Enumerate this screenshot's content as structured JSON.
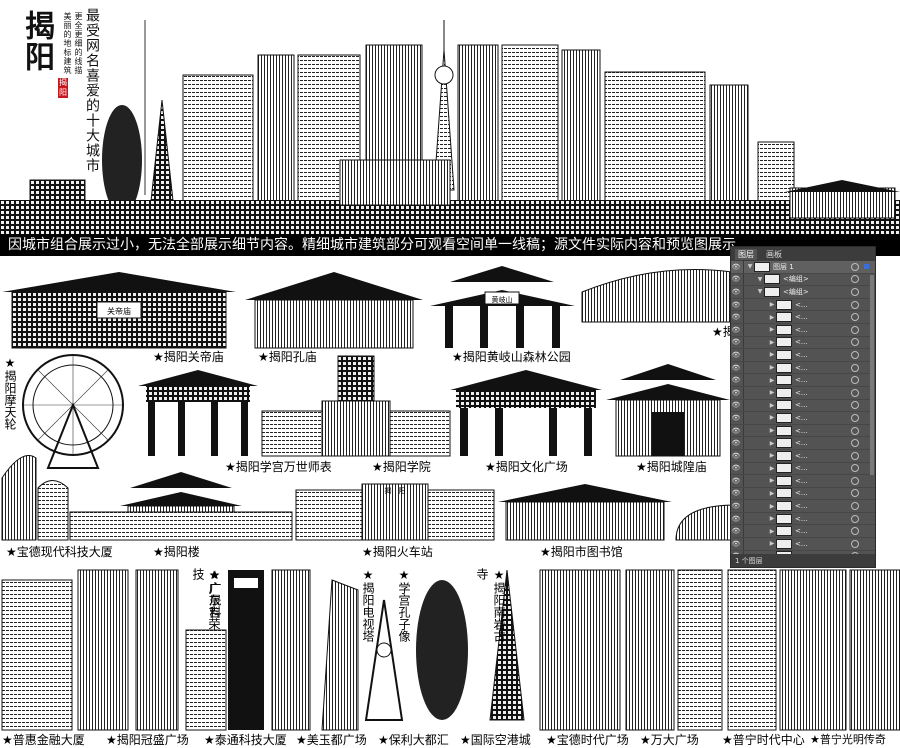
{
  "header": {
    "city": "揭阳",
    "tagline_small": "更全更细的线描美丽的地标建筑",
    "tagline_main": "最受网名喜爱的十大城市",
    "seal_text": "揭阳"
  },
  "banner_text": "因城市组合展示过小，无法全部展示细节内容。精细城市建筑部分可观看空间单一线稿；源文件实际内容和预览图展示",
  "landmarks": {
    "guandi": "★揭阳关帝庙",
    "kongmiao": "★揭阳孔庙",
    "huangqi": "★揭阳黄岐山森林公园",
    "partial_top": "★揭",
    "ferris": "★揭阳摩天轮",
    "paifang": "★揭阳学宫万世师表",
    "college": "★揭阳学院",
    "culture": "★揭阳文化广场",
    "chenghuang": "★揭阳城隍庙",
    "baode_tech": "★宝德现代科技大厦",
    "jieyang_lou": "★揭阳楼",
    "station": "★揭阳火车站",
    "library": "★揭阳市图书馆",
    "station_sign": "揭　阳",
    "guangsheng": "★广晟科技",
    "guangdong_jirong": "★广东吉荣",
    "tv_tower": "★揭阳电视塔",
    "confucius": "★学宫孔子像",
    "nanyan": "★揭阳南岩古寺",
    "puhui": "★普惠金融大厦",
    "guansheng": "★揭阳冠盛广场",
    "taitong": "★泰通科技大厦",
    "meiyudu": "★美玉都广场",
    "poly": "★保利大都汇",
    "intl_port": "★国际空港城",
    "baode_times": "★宝德时代广场",
    "wanda": "★万大广场",
    "puning_times": "★普宁时代中心",
    "puning_guangming": "★普宁光明传奇",
    "guandi_sign": "关帝庙",
    "huangqi_sign": "黄岐山"
  },
  "layers_panel": {
    "tabs": [
      "图层",
      "画板"
    ],
    "top_layer": "图层 1",
    "group1": "<编组>",
    "group2": "<编组>",
    "item_label": "<...",
    "footer": "1 个图层",
    "row_count": 24
  }
}
